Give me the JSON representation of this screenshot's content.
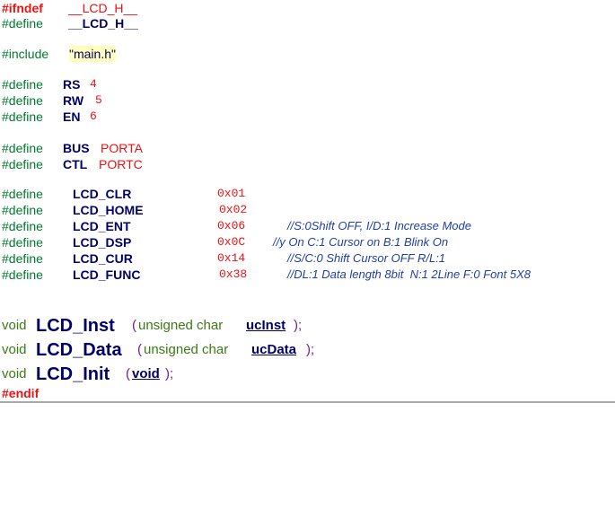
{
  "code": {
    "ifndef": {
      "kw": "#ifndef",
      "name": "__LCD_H__"
    },
    "define_guard": {
      "kw": "#define",
      "name": "__LCD_H__"
    },
    "include": {
      "kw": "#include",
      "file": "\"main.h\""
    },
    "pins": [
      {
        "kw": "#define",
        "name": "RS",
        "value": "4"
      },
      {
        "kw": "#define",
        "name": "RW",
        "value": "5"
      },
      {
        "kw": "#define",
        "name": "EN",
        "value": "6"
      }
    ],
    "ports": [
      {
        "kw": "#define",
        "name": "BUS",
        "value": "PORTA"
      },
      {
        "kw": "#define",
        "name": "CTL",
        "value": "PORTC"
      }
    ],
    "commands": [
      {
        "kw": "#define",
        "name": "LCD_CLR",
        "value": "0x01",
        "comment": ""
      },
      {
        "kw": "#define",
        "name": "LCD_HOME",
        "value": "0x02",
        "comment": ""
      },
      {
        "kw": "#define",
        "name": "LCD_ENT",
        "value": "0x06",
        "comment": "//S:0Shift OFF, I/D:1 Increase Mode"
      },
      {
        "kw": "#define",
        "name": "LCD_DSP",
        "value": "0x0C",
        "comment": "//y On C:1 Cursor on B:1 Blink On"
      },
      {
        "kw": "#define",
        "name": "LCD_CUR",
        "value": "0x14",
        "comment": "//S/C:0 Shift Cursor OFF R/L:1"
      },
      {
        "kw": "#define",
        "name": "LCD_FUNC",
        "value": "0x38",
        "comment": "//DL:1 Data length 8bit  N:1 2Line F:0 Font 5X8"
      }
    ],
    "prototypes": [
      {
        "ret": "void",
        "name": "LCD_Inst",
        "open": "(",
        "ptype": "unsigned char",
        "param": "ucInst",
        "close": ");"
      },
      {
        "ret": "void",
        "name": "LCD_Data",
        "open": "(",
        "ptype": "unsigned char",
        "param": "ucData",
        "close": ");"
      },
      {
        "ret": "void",
        "name": "LCD_Init",
        "open": "(",
        "ptype": "",
        "param": "void",
        "close": ");"
      }
    ],
    "endif": "#endif"
  },
  "colors": {
    "directive_red": "#ee1111",
    "define_green": "#007a2e",
    "identifier_navy": "#00006a",
    "comment_blue": "#1f3fa5",
    "string_highlight": "#ffffbb"
  }
}
